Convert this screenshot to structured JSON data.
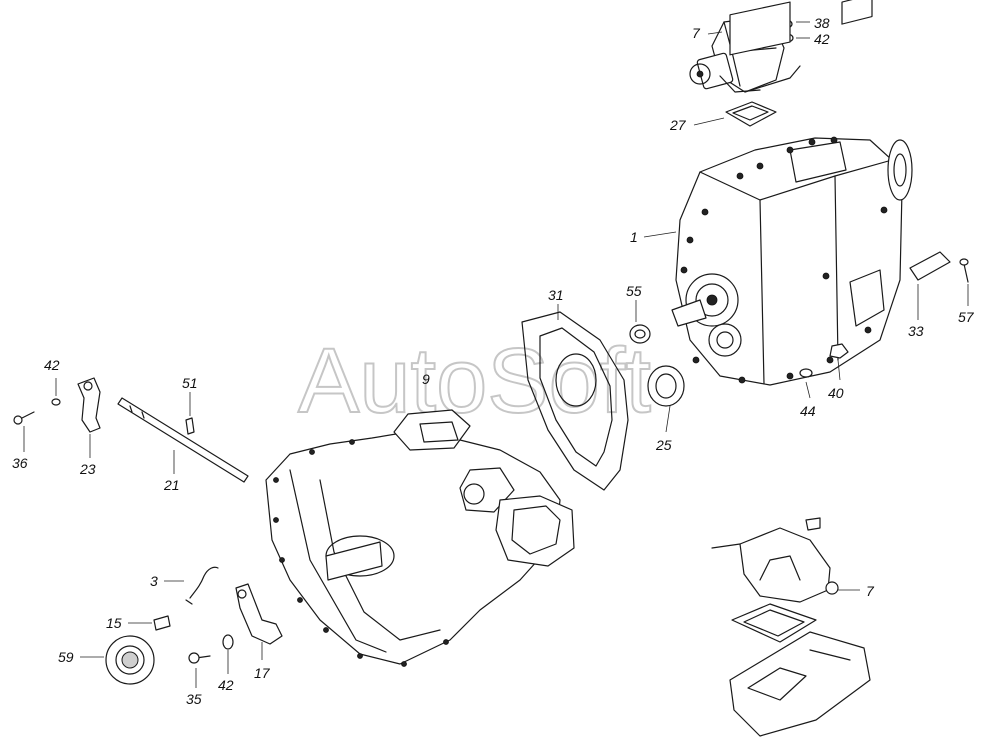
{
  "watermark": "AutoSoft",
  "callouts": {
    "c1": "1",
    "c3": "3",
    "c7a": "7",
    "c7b": "7",
    "c9": "9",
    "c15": "15",
    "c17": "17",
    "c21": "21",
    "c23": "23",
    "c25": "25",
    "c27": "27",
    "c31": "31",
    "c33": "33",
    "c35": "35",
    "c36": "36",
    "c38": "38",
    "c40": "40",
    "c42a": "42",
    "c42b": "42",
    "c42c": "42",
    "c44": "44",
    "c51": "51",
    "c55": "55",
    "c57": "57",
    "c59": "59"
  }
}
